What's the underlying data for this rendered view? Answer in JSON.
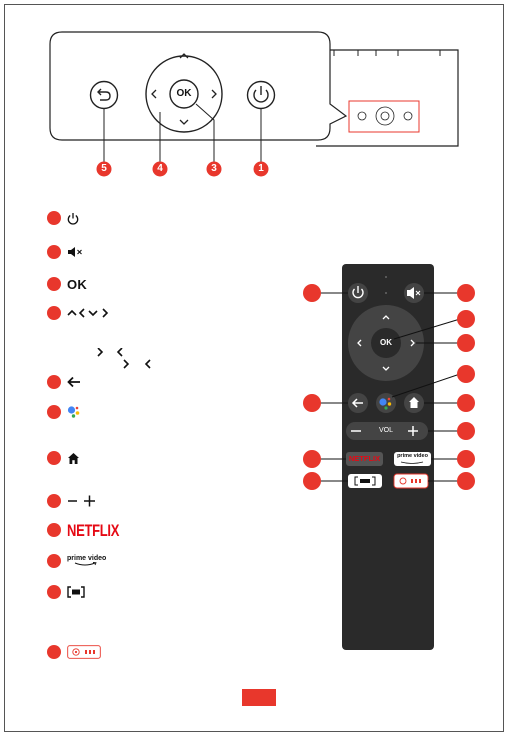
{
  "device_panel": {
    "ok_label": "OK"
  },
  "callouts": {
    "n5": "5",
    "n4": "4",
    "n3": "3",
    "n1": "1"
  },
  "legend": {
    "ok_label": "OK",
    "netflix_label": "NETFLIX",
    "prime_label": "prime video"
  },
  "remote": {
    "ok_label": "OK",
    "vol_label": "VOL",
    "netflix_label": "NETFLIX",
    "prime_label": "prime video"
  },
  "colors": {
    "accent": "#e8372c",
    "netflix": "#e50914",
    "remote_body": "#2a2a2a"
  }
}
